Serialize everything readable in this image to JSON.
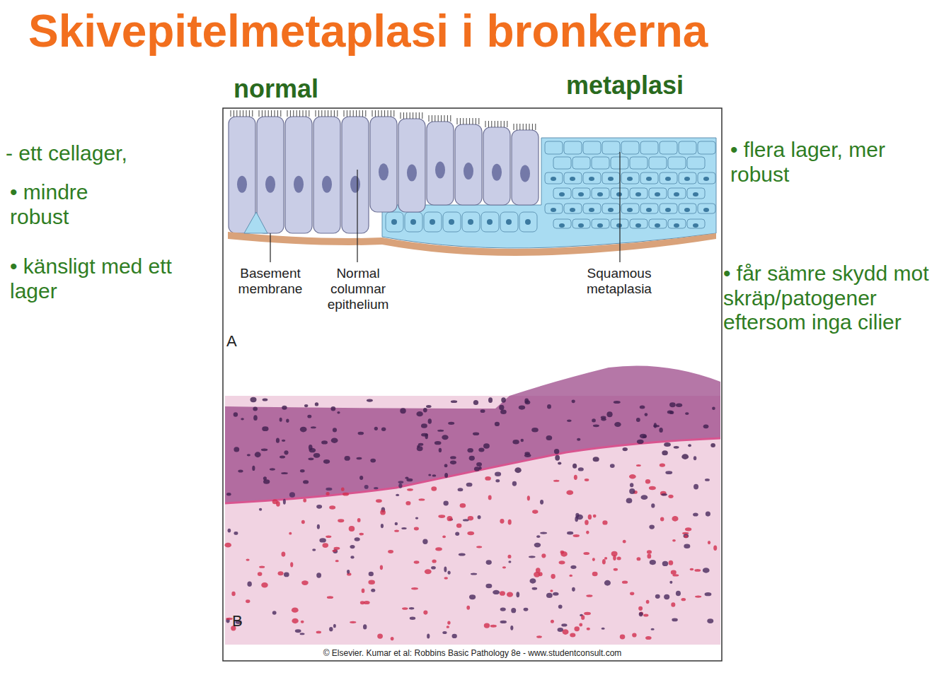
{
  "diagram": {
    "title": "Skivepitelmetaplasi i bronkerna",
    "labels": [
      "normal",
      "metaplasi",
      "- ett cellager,",
      "• mindre robust",
      "• känsligt med ett lager",
      "• flera lager, mer robust",
      "• får sämre skydd mot skräp/patogener eftersom inga cilier",
      "Basement membrane",
      "Normal columnar epithelium",
      "Squamous metaplasia",
      "A",
      "B",
      "© Elsevier. Kumar et al: Robbins Basic Pathology 8e - www.studentconsult.com"
    ]
  }
}
